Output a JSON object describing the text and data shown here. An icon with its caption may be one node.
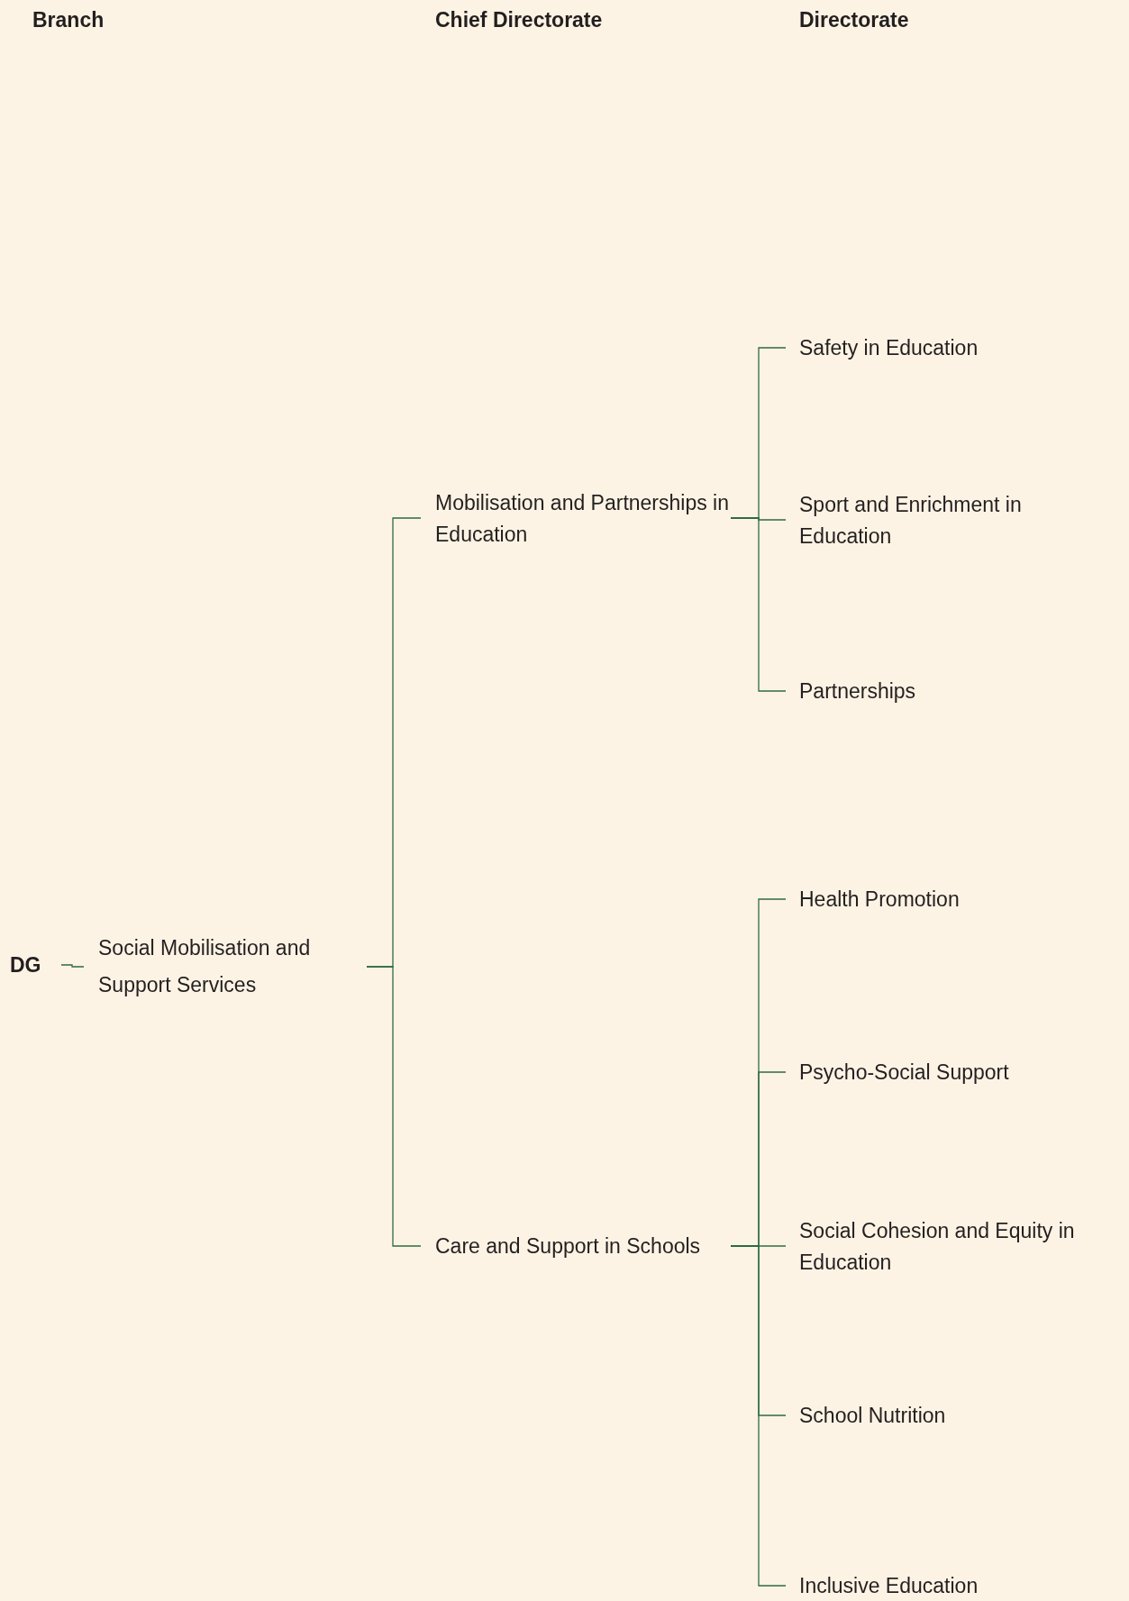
{
  "diagram": {
    "nodes": [
      {
        "text": [
          "DG"
        ]
      },
      {
        "text": [
          "Social Mobilisation and Support Services"
        ]
      },
      {
        "text": [
          "Mobilisation and Partnerships in Education"
        ]
      },
      {
        "text": [
          "Care and Support in Schools"
        ]
      },
      {
        "text": [
          "Safety in Education"
        ]
      },
      {
        "text": [
          "Sport and Enrichment in Education"
        ]
      },
      {
        "text": [
          "Partnerships"
        ]
      },
      {
        "text": [
          "Health Promotion"
        ]
      },
      {
        "text": [
          "Psycho-Social Support"
        ]
      },
      {
        "text": [
          "Social Cohesion and Equity in Education"
        ]
      },
      {
        "text": [
          "School Nutrition"
        ]
      },
      {
        "text": [
          "Inclusive Education"
        ]
      }
    ],
    "edges": [
      {
        "from": 0,
        "to": 1,
        "arrow": "none"
      },
      {
        "from": 1,
        "to": 2,
        "arrow": "none"
      },
      {
        "from": 1,
        "to": 3,
        "arrow": "none"
      },
      {
        "from": 2,
        "to": 4,
        "arrow": "none"
      },
      {
        "from": 2,
        "to": 5,
        "arrow": "none"
      },
      {
        "from": 2,
        "to": 6,
        "arrow": "none"
      },
      {
        "from": 3,
        "to": 7,
        "arrow": "none"
      },
      {
        "from": 3,
        "to": 8,
        "arrow": "none"
      },
      {
        "from": 3,
        "to": 9,
        "arrow": "none"
      },
      {
        "from": 3,
        "to": 10,
        "arrow": "none"
      },
      {
        "from": 3,
        "to": 11,
        "arrow": "none"
      }
    ],
    "labels": [
      "Branch",
      "Chief Directorate",
      "Directorate"
    ]
  }
}
